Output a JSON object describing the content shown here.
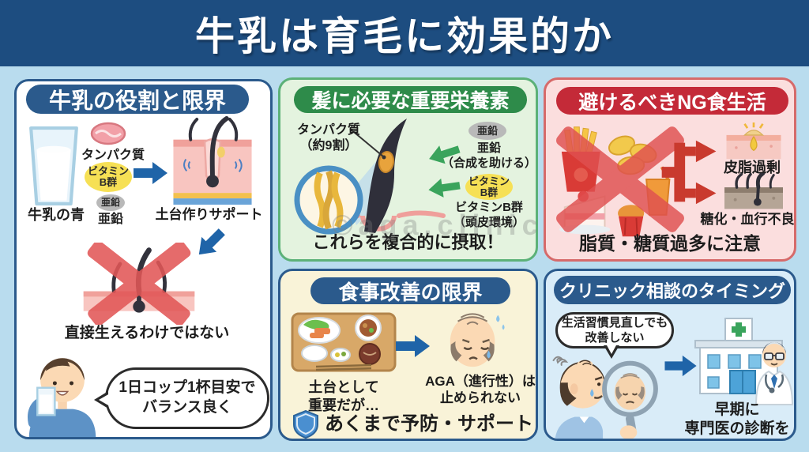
{
  "title": "牛乳は育毛に効果的か",
  "watermark": "©aga.clinic",
  "colors": {
    "header_bg": "#1d4d80",
    "page_bg": "#b9dcee",
    "blue_accent": "#2b5a8c",
    "green_accent": "#2e8b4a",
    "red_accent": "#c42a38",
    "green_panel_bg": "#e4f3df",
    "pink_panel_bg": "#fbdede",
    "cream_panel_bg": "#f9f3d8",
    "lightblue_panel_bg": "#d9ecf8",
    "arrow_blue": "#1f64a8",
    "arrow_green": "#3aa45c",
    "arrow_red": "#c93a2e",
    "badge_yellow": "#f6e055",
    "badge_gray": "#b9b9b9"
  },
  "milk_panel": {
    "title": "牛乳の役割と限界",
    "glass_label": "牛乳の青",
    "protein_label": "タンパク質",
    "vitamin_badge": "ビタミン\nB群",
    "zinc_badge": "亜鉛",
    "zinc_label": "亜鉛",
    "support_caption": "土台作りサポート",
    "limit_caption": "直接生えるわけではない",
    "bubble": "1日コップ1杯目安で\nバランス良く"
  },
  "nutrient_panel": {
    "title": "髪に必要な重要栄養素",
    "protein_label": "タンパク質\n（約9割）",
    "zinc_badge": "亜鉛",
    "zinc_label": "亜鉛\n（合成を助ける）",
    "vitamin_badge": "ビタミン\nB群",
    "vitamin_label": "ビタミンB群\n（頭皮環境）",
    "bottom_caption": "これらを複合的に摂取！"
  },
  "ng_panel": {
    "title": "避けるべきNG食生活",
    "sebum_caption": "皮脂過剰",
    "glycation_caption": "糖化・血行不良",
    "bottom_caption": "脂質・糖質過多に注意"
  },
  "diet_panel": {
    "title": "食事改善の限界",
    "meal_caption": "土台として\n重要だが…",
    "aga_caption": "AGA（進行性）は\n止められない",
    "bottom_caption": "あくまで予防・サポート"
  },
  "clinic_panel": {
    "title": "クリニック相談のタイミング",
    "bubble": "生活習慣見直しでも\n改善しない",
    "bottom_caption": "早期に\n専門医の診断を"
  }
}
